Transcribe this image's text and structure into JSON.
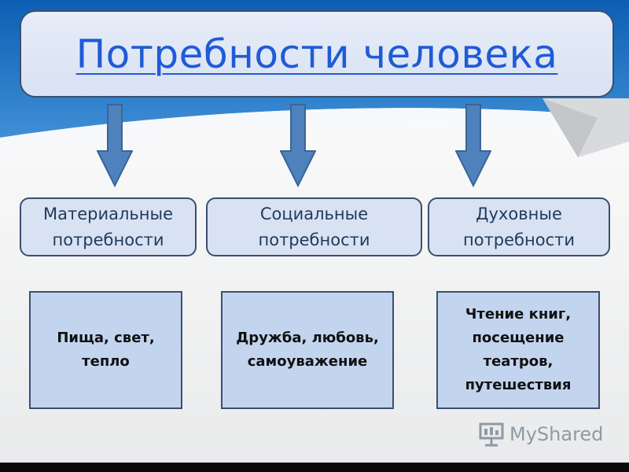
{
  "title": "Потребности человека",
  "categories": [
    {
      "label": "Материальные\nпотребности"
    },
    {
      "label": "Социальные\nпотребности"
    },
    {
      "label": "Духовные\nпотребности"
    }
  ],
  "examples": [
    {
      "text": "Пища, свет,\nтепло"
    },
    {
      "text": "Дружба, любовь,\nсамоуважение"
    },
    {
      "text": "Чтение книг,\nпосещение\nтеатров,\nпутешествия"
    }
  ],
  "watermark": {
    "text": "MyShared",
    "icon": "presentation-board-icon"
  },
  "colors": {
    "title_text": "#1f5bd6",
    "box_fill": "#d9e2f3",
    "example_fill": "#c3d4ee",
    "border": "#3a4f6f",
    "arrow": "#4f81bd"
  }
}
